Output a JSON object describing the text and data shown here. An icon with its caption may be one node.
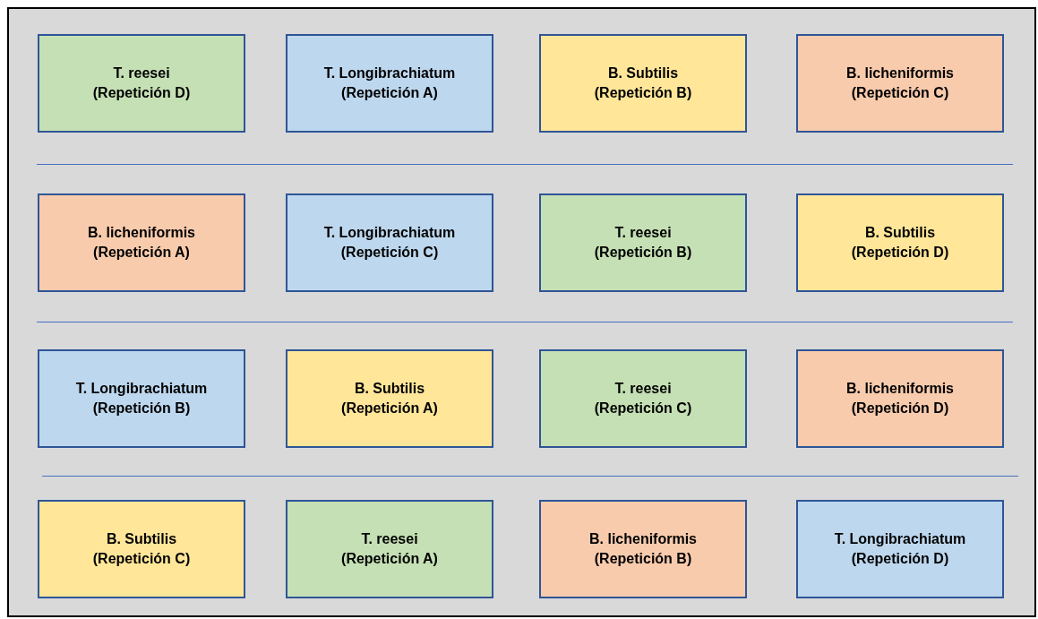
{
  "diagram": {
    "nodes": [
      {
        "text": [
          "T. reesei",
          "(Repetición D)"
        ]
      },
      {
        "text": [
          "T. Longibrachiatum",
          "(Repetición A)"
        ]
      },
      {
        "text": [
          "B. Subtilis",
          "(Repetición B)"
        ]
      },
      {
        "text": [
          "B. licheniformis",
          "(Repetición C)"
        ]
      },
      {
        "text": [
          "B. licheniformis",
          "(Repetición A)"
        ]
      },
      {
        "text": [
          "T. Longibrachiatum",
          "(Repetición C)"
        ]
      },
      {
        "text": [
          "T. reesei",
          "(Repetición B)"
        ]
      },
      {
        "text": [
          "B. Subtilis",
          "(Repetición D)"
        ]
      },
      {
        "text": [
          "T. Longibrachiatum",
          "(Repetición B)"
        ]
      },
      {
        "text": [
          "B. Subtilis",
          "(Repetición A)"
        ]
      },
      {
        "text": [
          "T. reesei",
          "(Repetición C)"
        ]
      },
      {
        "text": [
          "B. licheniformis",
          "(Repetición D)"
        ]
      },
      {
        "text": [
          "B. Subtilis",
          "(Repetición C)"
        ]
      },
      {
        "text": [
          "T. reesei",
          "(Repetición A)"
        ]
      },
      {
        "text": [
          "B. licheniformis",
          "(Repetición B)"
        ]
      },
      {
        "text": [
          "T. Longibrachiatum",
          "(Repetición D)"
        ]
      }
    ]
  }
}
